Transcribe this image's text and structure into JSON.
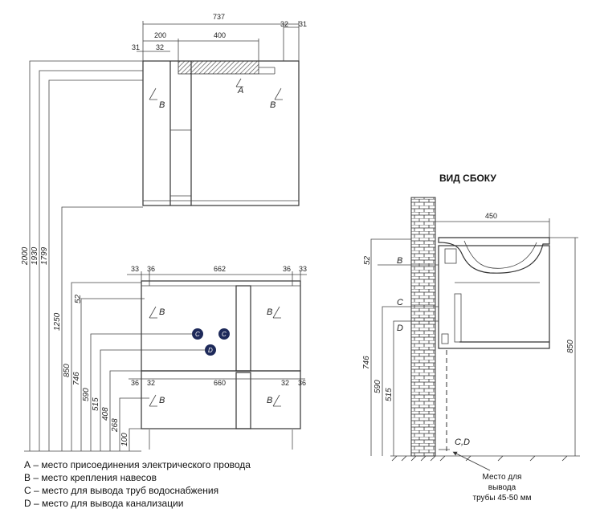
{
  "front": {
    "top_dims": {
      "d737": "737",
      "d200": "200",
      "d400": "400",
      "d32r": "32",
      "d31r": "31",
      "d31l": "31",
      "d32l": "32"
    },
    "upper_labels": {
      "a": "A",
      "b_left": "B",
      "b_right": "B"
    },
    "lower_dims": {
      "d33l": "33",
      "d36l": "36",
      "d662": "662",
      "d36r": "36",
      "d33r": "33",
      "d52": "52",
      "d36l2": "36",
      "d32l2": "32",
      "d660": "660",
      "d32r2": "32",
      "d36r2": "36"
    },
    "lower_labels": {
      "b1": "B",
      "b2": "B",
      "c1": "C",
      "c2": "C",
      "d": "D",
      "b3": "B",
      "b4": "B"
    },
    "vertical_dims": [
      "2000",
      "1930",
      "1799",
      "1250",
      "850",
      "746",
      "590",
      "515",
      "408",
      "268",
      "100"
    ]
  },
  "side": {
    "title": "ВИД СБОКУ",
    "dims": {
      "d450": "450",
      "d52": "52",
      "d746": "746",
      "d590": "590",
      "d515": "515",
      "d850": "850"
    },
    "labels": {
      "b": "B",
      "c": "C",
      "d": "D",
      "cd": "C,D"
    },
    "note": [
      "Место для",
      "вывода",
      "трубы 45-50 мм"
    ]
  },
  "legend": [
    "А – место присоединения электрического провода",
    "В – место крепления навесов",
    "С – место для вывода труб водоснабжения",
    "D – место для вывода канализации"
  ],
  "colors": {
    "point": "#1e2a5a",
    "line": "#333333"
  }
}
